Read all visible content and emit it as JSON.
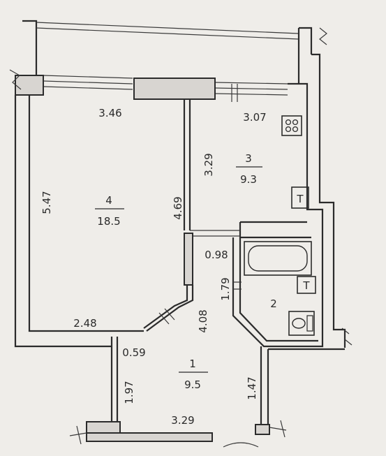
{
  "dimensions": {
    "top_left_width": "3.46",
    "top_right_width": "3.07",
    "left_height": "5.47",
    "room4_right_height": "4.69",
    "room3_height": "3.29",
    "corridor_width": "0.98",
    "bath_height": "1.79",
    "hall_height": "4.08",
    "room4_bottom": "2.48",
    "door_offset": "0.59",
    "hall_left_height": "1.97",
    "hall_right_height": "1.47",
    "hall_bottom_width": "3.29"
  },
  "rooms": [
    {
      "number": "4",
      "area": "18.5"
    },
    {
      "number": "3",
      "area": "9.3"
    },
    {
      "number": "2",
      "area": ""
    },
    {
      "number": "1",
      "area": "9.5"
    }
  ],
  "fixtures": {
    "toilet_marker": "T"
  },
  "icons": [
    "stove-icon",
    "bathtub-icon",
    "toilet-icon",
    "sink-icon"
  ]
}
